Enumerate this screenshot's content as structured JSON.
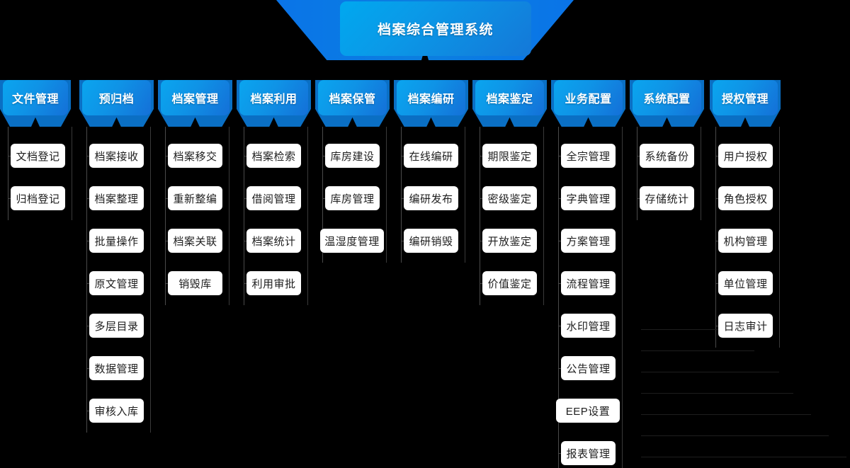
{
  "header": {
    "title": "档案综合管理系统"
  },
  "colors": {
    "background": "#000000",
    "banner_outer": "#0a6fc4",
    "banner_inner_start": "#0aa5ef",
    "banner_inner_end": "#1470d8",
    "header_outer": "#0a74e8",
    "item_background": "#ffffff",
    "item_text": "#202020",
    "connector": "#4a4a4a"
  },
  "columns": [
    {
      "category": "文件管理",
      "items": [
        "文档登记",
        "归档登记"
      ]
    },
    {
      "category": "预归档",
      "items": [
        "档案接收",
        "档案整理",
        "批量操作",
        "原文管理",
        "多层目录",
        "数据管理",
        "审核入库"
      ]
    },
    {
      "category": "档案管理",
      "items": [
        "档案移交",
        "重新整编",
        "档案关联",
        "销毁库"
      ]
    },
    {
      "category": "档案利用",
      "items": [
        "档案检索",
        "借阅管理",
        "档案统计",
        "利用审批"
      ]
    },
    {
      "category": "档案保管",
      "items": [
        "库房建设",
        "库房管理",
        "温湿度管理"
      ]
    },
    {
      "category": "档案编研",
      "items": [
        "在线编研",
        "编研发布",
        "编研销毁"
      ]
    },
    {
      "category": "档案鉴定",
      "items": [
        "期限鉴定",
        "密级鉴定",
        "开放鉴定",
        "价值鉴定"
      ]
    },
    {
      "category": "业务配置",
      "items": [
        "全宗管理",
        "字典管理",
        "方案管理",
        "流程管理",
        "水印管理",
        "公告管理",
        "EEP设置",
        "报表管理"
      ]
    },
    {
      "category": "系统配置",
      "items": [
        "系统备份",
        "存储统计"
      ]
    },
    {
      "category": "授权管理",
      "items": [
        "用户授权",
        "角色授权",
        "机构管理",
        "单位管理",
        "日志审计"
      ]
    }
  ]
}
